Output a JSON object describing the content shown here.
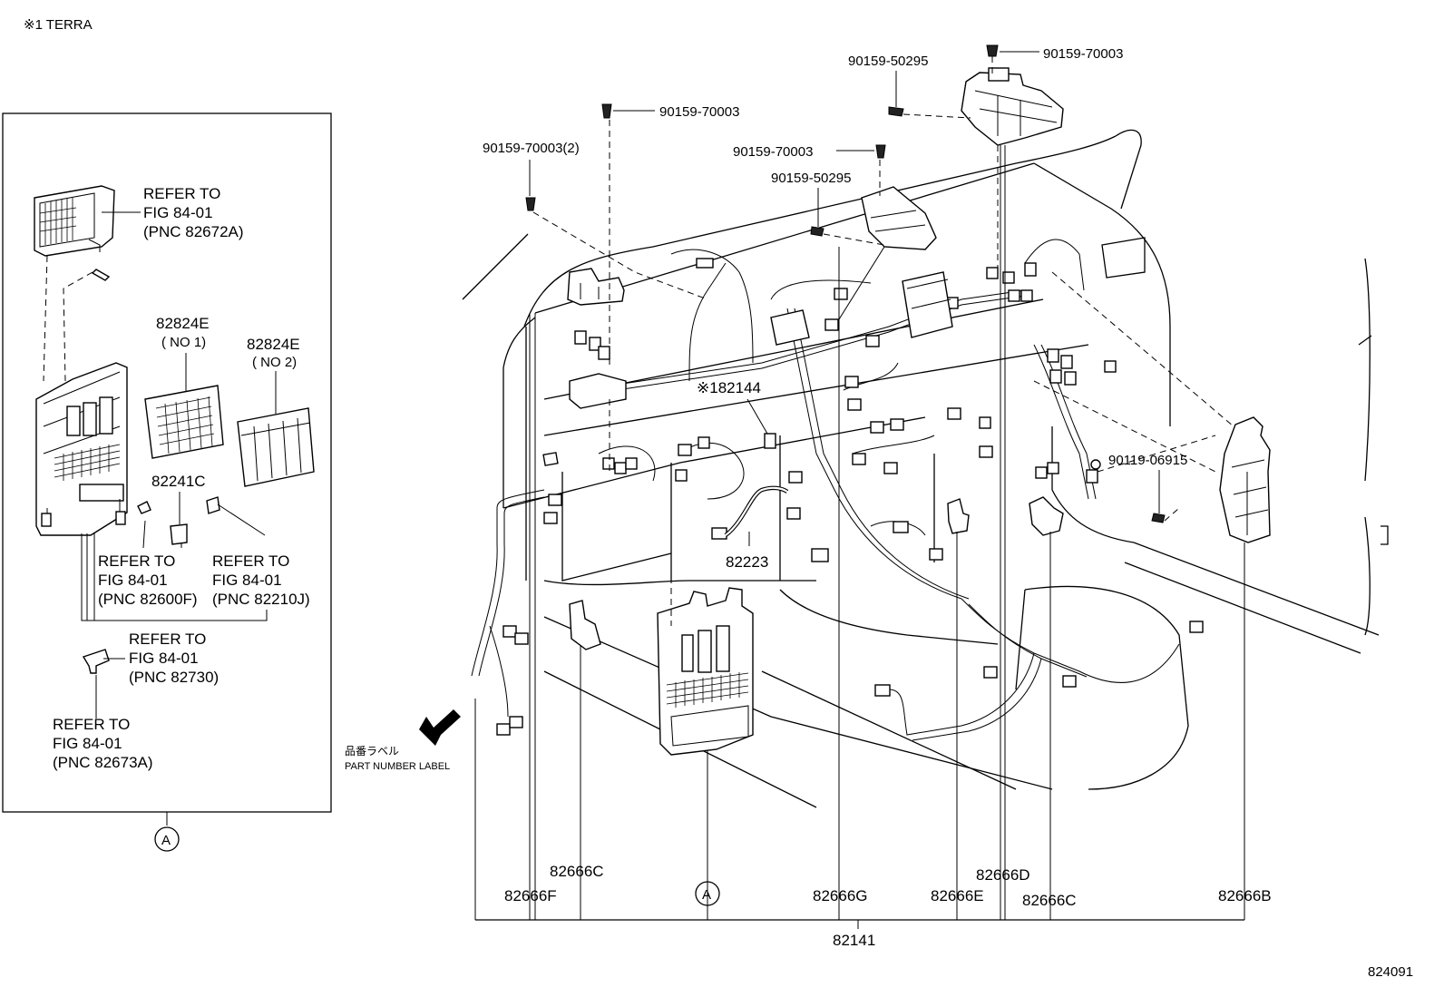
{
  "header": {
    "note": "※1 TERRA"
  },
  "figure_number": "824091",
  "inset": {
    "callout": "A",
    "labels": {
      "ref_82672a": [
        "REFER TO",
        "FIG    84-01",
        "(PNC 82672A)"
      ],
      "p82824e_1": [
        "82824E",
        "( NO 1)"
      ],
      "p82824e_2": [
        "82824E",
        "( NO 2)"
      ],
      "p82241c": "82241C",
      "ref_82600f": [
        "REFER TO",
        "FIG    84-01",
        "(PNC 82600F)"
      ],
      "ref_82210j": [
        "REFER TO",
        "FIG    84-01",
        "(PNC 82210J)"
      ],
      "ref_82730": [
        "REFER TO",
        "FIG    84-01",
        "(PNC 82730)"
      ],
      "ref_82673a": [
        "REFER TO",
        "FIG    84-01",
        "(PNC 82673A)"
      ]
    }
  },
  "main": {
    "callout": "A",
    "part_number_label": {
      "jp": "品番ラベル",
      "en": "PART NUMBER LABEL"
    },
    "labels": {
      "bolt_70003_2": "90159-70003(2)",
      "bolt_70003_a": "90159-70003",
      "bolt_50295_a": "90159-50295",
      "bolt_70003_b": "90159-70003",
      "bolt_70003_c": "90159-70003",
      "bolt_50295_b": "90159-50295",
      "bolt_06915": "90119-06915",
      "p182144": "※182144",
      "p82223": "82223",
      "p82666c_a": "82666C",
      "p82666f": "82666F",
      "p82666g": "82666G",
      "p82666e": "82666E",
      "p82666d": "82666D",
      "p82666c_b": "82666C",
      "p82666b": "82666B",
      "p82141": "82141"
    }
  }
}
